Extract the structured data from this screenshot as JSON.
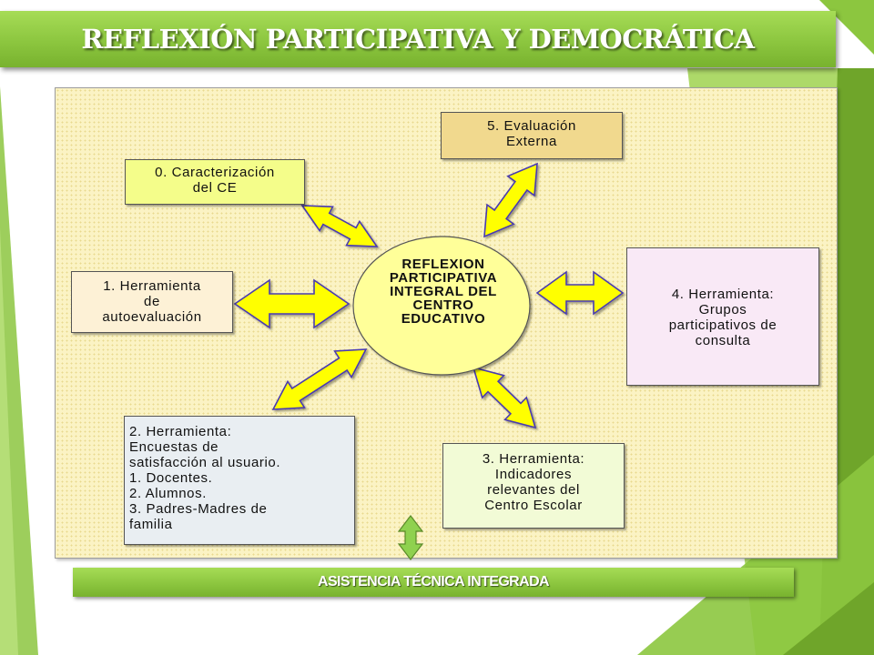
{
  "slide": {
    "title": "REFLEXIÓN PARTICIPATIVA Y DEMOCRÁTICA",
    "footer_bar": "ASISTENCIA TÉCNICA INTEGRADA"
  },
  "diagram": {
    "center": {
      "lines": [
        "REFLEXION",
        "PARTICIPATIVA",
        "INTEGRAL DEL",
        "CENTRO",
        "EDUCATIVO"
      ]
    },
    "nodes": {
      "n0": {
        "lines": [
          "0. Caracterización",
          "del CE"
        ]
      },
      "n1": {
        "lines": [
          "1. Herramienta",
          "de",
          "autoevaluación"
        ]
      },
      "n2": {
        "lines": [
          "2. Herramienta:",
          "Encuestas de",
          "satisfacción al usuario.",
          "1. Docentes.",
          "2. Alumnos.",
          "3. Padres-Madres de",
          "familia"
        ]
      },
      "n3": {
        "lines": [
          "3. Herramienta:",
          "Indicadores",
          "relevantes del",
          "Centro Escolar"
        ]
      },
      "n4": {
        "lines": [
          "4. Herramienta:",
          "Grupos",
          "participativos de",
          "consulta"
        ]
      },
      "n5": {
        "lines": [
          "5. Evaluación",
          "Externa"
        ]
      }
    }
  },
  "colors": {
    "accent_green": "#8cc63f",
    "arrow_yellow": "#ffff00",
    "arrow_outline": "#4a3bb0",
    "center_fill": "#ffff99",
    "panel_fill": "#fbf3c4"
  }
}
